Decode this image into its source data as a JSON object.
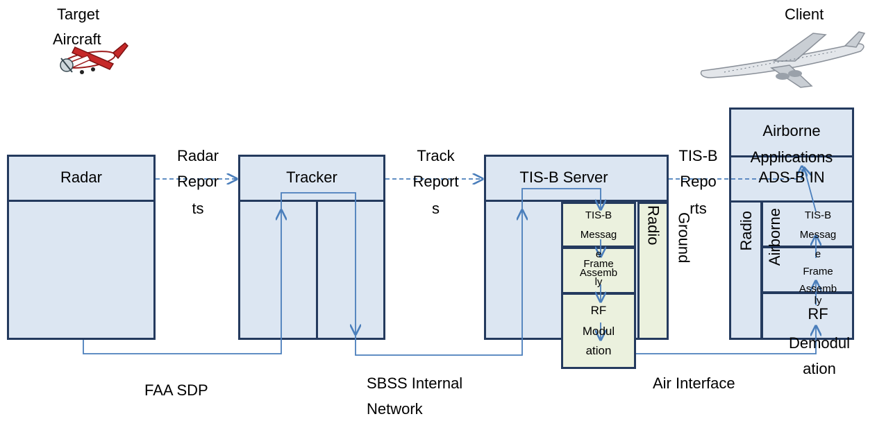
{
  "labels": {
    "target_line1": "Target",
    "target_line2": "Aircraft",
    "client": "Client",
    "radar": "Radar",
    "radar_reports_1": "Radar",
    "radar_reports_2": "Repor",
    "radar_reports_3": "ts",
    "tracker": "Tracker",
    "track_reports_1": "Track",
    "track_reports_2": "Report",
    "track_reports_3": "s",
    "tisb_server": "TIS-B Server",
    "tisb_reports_1": "TIS-B",
    "tisb_reports_2": "Repo",
    "tisb_reports_3": "rts",
    "airborne_apps_1": "Airborne",
    "airborne_apps_2": "Applications",
    "adsb_in": "ADS-B IN",
    "srv_msg_1": "TIS-B",
    "srv_msg_2": "Messag",
    "srv_msg_3": "e",
    "srv_frame_1": "Frame",
    "srv_frame_2": "Assemb",
    "srv_frame_3": "ly",
    "srv_rf_1": "RF",
    "srv_rf_2": "Modul",
    "srv_rf_3": "ation",
    "ground_radio_a": "Radio",
    "ground_radio_b": "Ground",
    "air_radio": "Radio",
    "airborne_vert": "Airborne",
    "cl_msg_1": "TIS-B",
    "cl_msg_2": "Messag",
    "cl_msg_3": "e",
    "cl_frame_1": "Frame",
    "cl_frame_2": "Assemb",
    "cl_frame_3": "ly",
    "cl_rf_1": "RF",
    "cl_rf_2": "Demodul",
    "cl_rf_3": "ation",
    "faa_sdp": "FAA SDP",
    "sbss_1": "SBSS Internal",
    "sbss_2": "Network",
    "air_interface": "Air Interface"
  },
  "colors": {
    "box_fill": "#dce6f2",
    "green_fill": "#ebf1de",
    "border": "#243a5e",
    "arrow": "#4a7ebb"
  },
  "icons": {
    "target": "small-propeller-plane-icon",
    "client": "jet-airliner-icon"
  }
}
